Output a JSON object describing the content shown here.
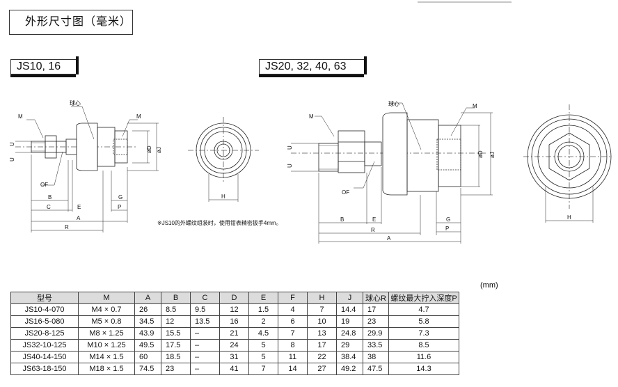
{
  "page_title": "外形尺寸图（毫米）",
  "model_label_small": "JS10, 16",
  "model_label_large": "JS20, 32, 40, 63",
  "note": "※JS10的外螺纹组装时，使用钳表精密扳手4mm。",
  "unit": "(mm)",
  "drawing_labels": {
    "M": "M",
    "ball_center": "球心",
    "U": "U",
    "D": "øD",
    "J": "øJ",
    "OF": "OF",
    "A": "A",
    "B": "B",
    "C": "C",
    "E": "E",
    "G": "G",
    "P": "P",
    "R": "R",
    "H": "H"
  },
  "table": {
    "headers": [
      "型号",
      "M",
      "A",
      "B",
      "C",
      "D",
      "E",
      "F",
      "H",
      "J",
      "球心R",
      "螺纹最大拧入深度P"
    ],
    "rows": [
      [
        "JS10-4-070",
        "M4 × 0.7",
        "26",
        "8.5",
        "9.5",
        "12",
        "1.5",
        "4",
        "7",
        "14.4",
        "17",
        "4.7"
      ],
      [
        "JS16-5-080",
        "M5 × 0.8",
        "34.5",
        "12",
        "13.5",
        "16",
        "2",
        "6",
        "10",
        "19",
        "23",
        "5.8"
      ],
      [
        "JS20-8-125",
        "M8 × 1.25",
        "43.9",
        "15.5",
        "–",
        "21",
        "4.5",
        "7",
        "13",
        "24.8",
        "29.9",
        "7.3"
      ],
      [
        "JS32-10-125",
        "M10 × 1.25",
        "49.5",
        "17.5",
        "–",
        "24",
        "5",
        "8",
        "17",
        "29",
        "33.5",
        "8.5"
      ],
      [
        "JS40-14-150",
        "M14 × 1.5",
        "60",
        "18.5",
        "–",
        "31",
        "5",
        "11",
        "22",
        "38.4",
        "38",
        "11.6"
      ],
      [
        "JS63-18-150",
        "M18 × 1.5",
        "74.5",
        "23",
        "–",
        "41",
        "7",
        "14",
        "27",
        "49.2",
        "47.5",
        "14.3"
      ]
    ]
  }
}
